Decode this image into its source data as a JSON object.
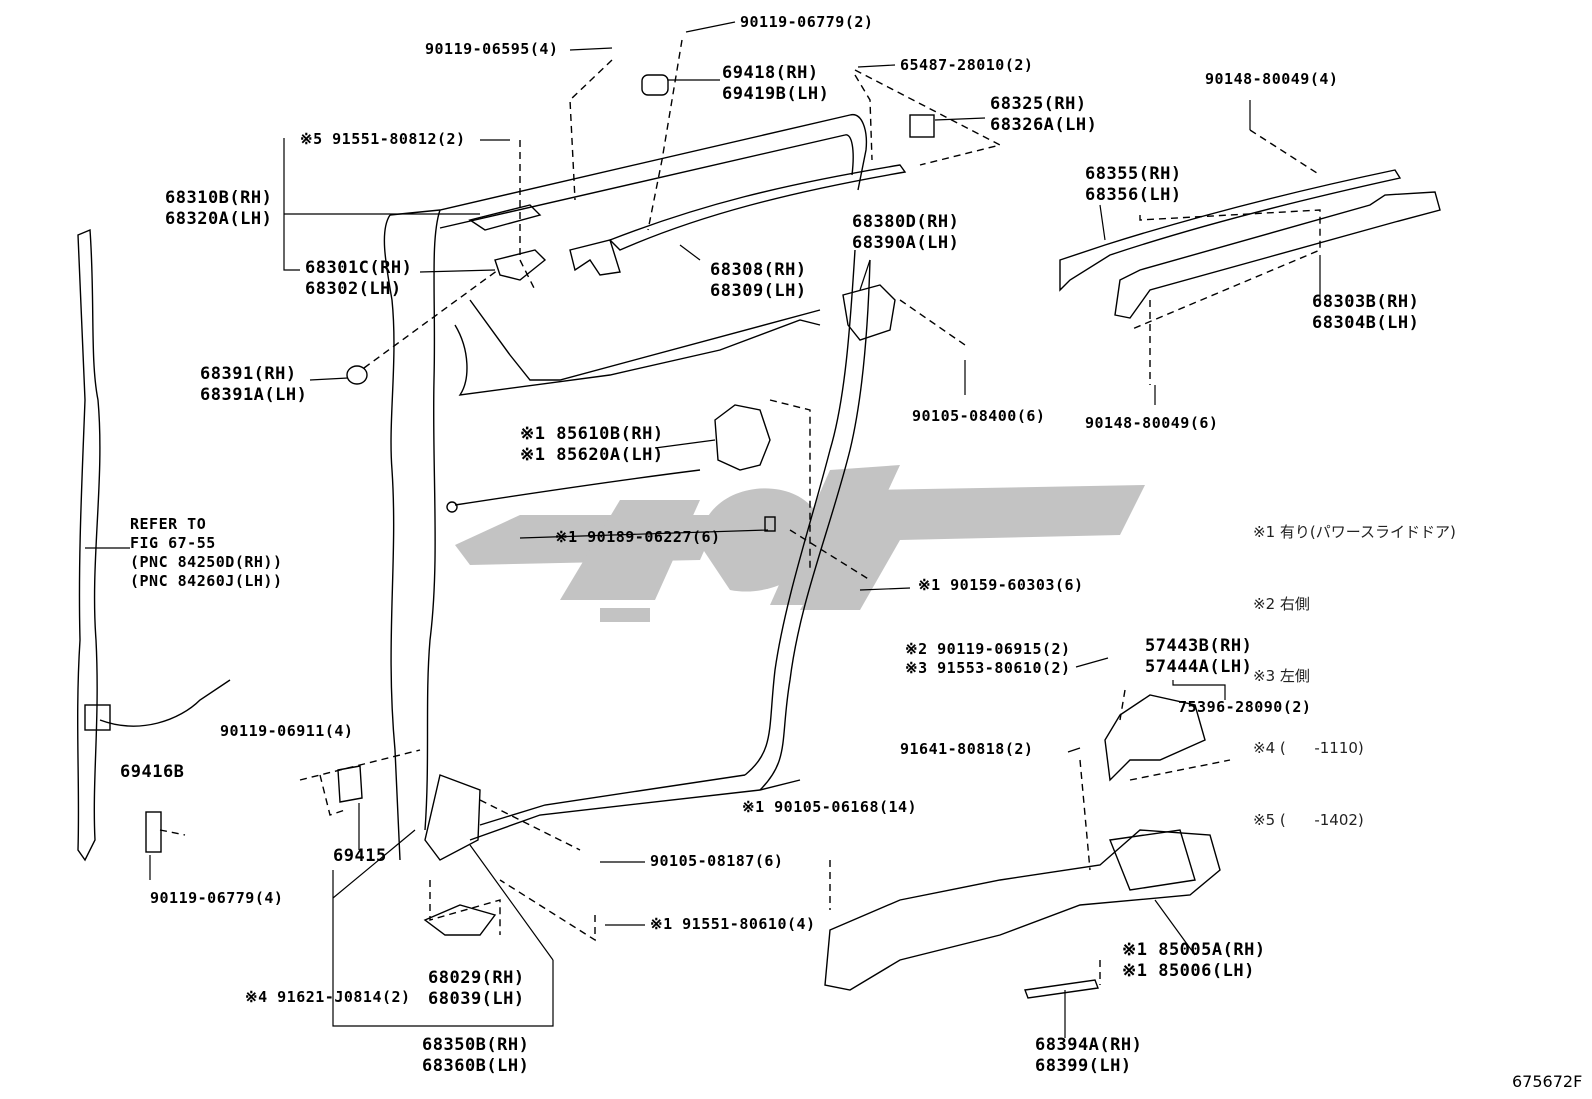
{
  "diagram": {
    "figure_code": "675672F",
    "watermark_color": "#bdbdbd",
    "labels": [
      {
        "key": "l1",
        "text": "90119-06779(2)"
      },
      {
        "key": "l2",
        "text": "90119-06595(4)"
      },
      {
        "key": "l3",
        "text": "69418(RH)\n69419B(LH)"
      },
      {
        "key": "l4",
        "text": "65487-28010(2)"
      },
      {
        "key": "l5",
        "text": "68325(RH)\n68326A(LH)"
      },
      {
        "key": "l6",
        "text": "90148-80049(4)"
      },
      {
        "key": "l7",
        "text": "※5 91551-80812(2)"
      },
      {
        "key": "l8",
        "text": "68310B(RH)\n68320A(LH)"
      },
      {
        "key": "l9",
        "text": "68355(RH)\n68356(LH)"
      },
      {
        "key": "l10",
        "text": "68380D(RH)\n68390A(LH)"
      },
      {
        "key": "l11",
        "text": "68308(RH)\n68309(LH)"
      },
      {
        "key": "l12",
        "text": "68301C(RH)\n68302(LH)"
      },
      {
        "key": "l13",
        "text": "68303B(RH)\n68304B(LH)"
      },
      {
        "key": "l14",
        "text": "68391(RH)\n68391A(LH)"
      },
      {
        "key": "l15",
        "text": "90105-08400(6)"
      },
      {
        "key": "l16",
        "text": "90148-80049(6)"
      },
      {
        "key": "l17",
        "text": "※1 85610B(RH)\n※1 85620A(LH)"
      },
      {
        "key": "l18",
        "text": "REFER TO\nFIG 67-55\n(PNC 84250D(RH))\n(PNC 84260J(LH))"
      },
      {
        "key": "l19",
        "text": "※1 90189-06227(6)"
      },
      {
        "key": "l20",
        "text": "※1 90159-60303(6)"
      },
      {
        "key": "l21",
        "text": "※2 90119-06915(2)\n※3 91553-80610(2)"
      },
      {
        "key": "l22",
        "text": "57443B(RH)\n57444A(LH)"
      },
      {
        "key": "l23",
        "text": "75396-28090(2)"
      },
      {
        "key": "l24",
        "text": "90119-06911(4)"
      },
      {
        "key": "l25",
        "text": "91641-80818(2)"
      },
      {
        "key": "l26",
        "text": "69416B"
      },
      {
        "key": "l27",
        "text": "※1 90105-06168(14)"
      },
      {
        "key": "l28",
        "text": "69415"
      },
      {
        "key": "l29",
        "text": "90105-08187(6)"
      },
      {
        "key": "l30",
        "text": "90119-06779(4)"
      },
      {
        "key": "l31",
        "text": "※1 91551-80610(4)"
      },
      {
        "key": "l32",
        "text": "※1 85005A(RH)\n※1 85006(LH)"
      },
      {
        "key": "l33",
        "text": "68029(RH)\n68039(LH)"
      },
      {
        "key": "l34",
        "text": "※4 91621-J0814(2)"
      },
      {
        "key": "l35",
        "text": "68350B(RH)\n68360B(LH)"
      },
      {
        "key": "l36",
        "text": "68394A(RH)\n68399(LH)"
      }
    ],
    "notes": [
      "※1 有り(パワースライドドア)",
      "※2 右側",
      "※3 左側",
      "※4 (      -1110)",
      "※5 (      -1402)"
    ]
  }
}
